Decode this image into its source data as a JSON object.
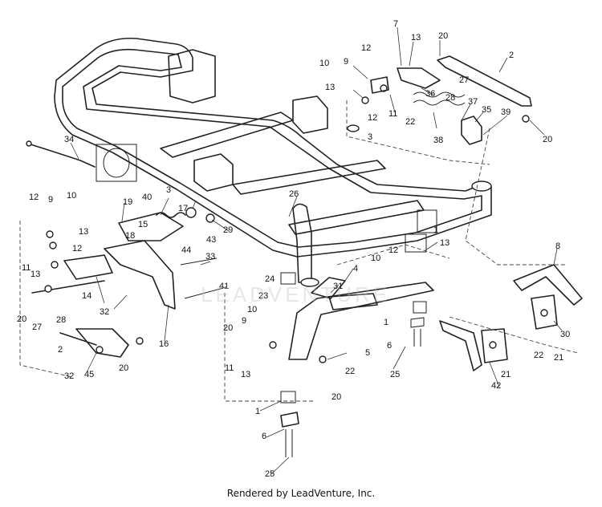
{
  "footer": {
    "credit": "Rendered by LeadVenture, Inc."
  },
  "watermark": {
    "text": "LEADVENTURE"
  },
  "callouts": [
    {
      "n": "7"
    },
    {
      "n": "13"
    },
    {
      "n": "20"
    },
    {
      "n": "2"
    },
    {
      "n": "10"
    },
    {
      "n": "9"
    },
    {
      "n": "12"
    },
    {
      "n": "27"
    },
    {
      "n": "13"
    },
    {
      "n": "12"
    },
    {
      "n": "11"
    },
    {
      "n": "36"
    },
    {
      "n": "28"
    },
    {
      "n": "37"
    },
    {
      "n": "35"
    },
    {
      "n": "39"
    },
    {
      "n": "22"
    },
    {
      "n": "3"
    },
    {
      "n": "38"
    },
    {
      "n": "20"
    },
    {
      "n": "34"
    },
    {
      "n": "26"
    },
    {
      "n": "12"
    },
    {
      "n": "9"
    },
    {
      "n": "10"
    },
    {
      "n": "19"
    },
    {
      "n": "40"
    },
    {
      "n": "3"
    },
    {
      "n": "13"
    },
    {
      "n": "15"
    },
    {
      "n": "18"
    },
    {
      "n": "17"
    },
    {
      "n": "43"
    },
    {
      "n": "29"
    },
    {
      "n": "12"
    },
    {
      "n": "44"
    },
    {
      "n": "33"
    },
    {
      "n": "11"
    },
    {
      "n": "13"
    },
    {
      "n": "14"
    },
    {
      "n": "32"
    },
    {
      "n": "41"
    },
    {
      "n": "20"
    },
    {
      "n": "27"
    },
    {
      "n": "28"
    },
    {
      "n": "16"
    },
    {
      "n": "2"
    },
    {
      "n": "32"
    },
    {
      "n": "45"
    },
    {
      "n": "20"
    },
    {
      "n": "1"
    },
    {
      "n": "13"
    },
    {
      "n": "12"
    },
    {
      "n": "4"
    },
    {
      "n": "10"
    },
    {
      "n": "24"
    },
    {
      "n": "31"
    },
    {
      "n": "23"
    },
    {
      "n": "10"
    },
    {
      "n": "9"
    },
    {
      "n": "20"
    },
    {
      "n": "11"
    },
    {
      "n": "13"
    },
    {
      "n": "1"
    },
    {
      "n": "5"
    },
    {
      "n": "6"
    },
    {
      "n": "22"
    },
    {
      "n": "25"
    },
    {
      "n": "20"
    },
    {
      "n": "8"
    },
    {
      "n": "30"
    },
    {
      "n": "22"
    },
    {
      "n": "21"
    },
    {
      "n": "21"
    },
    {
      "n": "42"
    },
    {
      "n": "1"
    },
    {
      "n": "6"
    },
    {
      "n": "25"
    }
  ]
}
